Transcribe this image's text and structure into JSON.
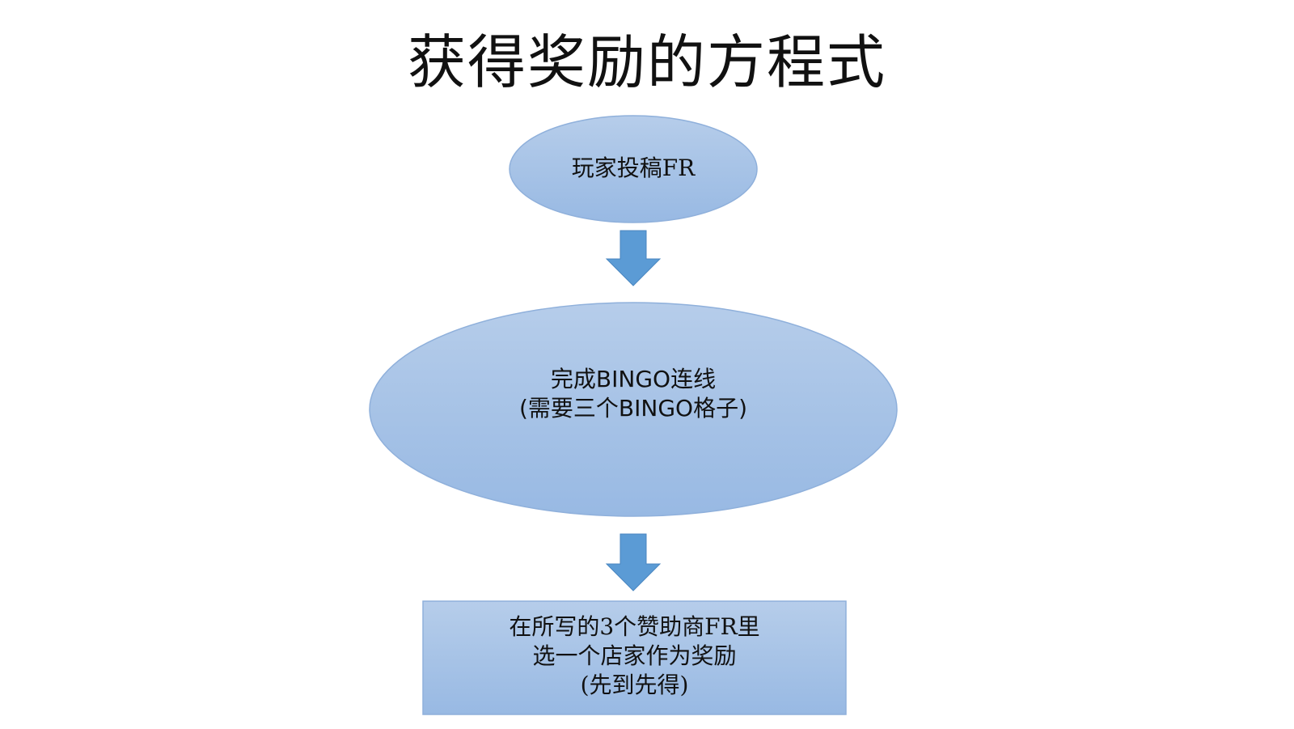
{
  "title": "获得奖励的方程式",
  "colors": {
    "shape_fill_top": "#b6cdea",
    "shape_fill_bottom": "#98b9e3",
    "shape_stroke": "#8fb0db",
    "arrow_fill": "#5b9bd5",
    "arrow_stroke": "#4a86c0"
  },
  "nodes": [
    {
      "id": "step1",
      "shape": "ellipse",
      "lines": [
        "玩家投稿FR"
      ]
    },
    {
      "id": "step2",
      "shape": "ellipse",
      "lines": [
        "完成BINGO连线",
        "(需要三个BINGO格子)"
      ]
    },
    {
      "id": "step3",
      "shape": "rectangle",
      "lines": [
        "在所写的3个赞助商FR里",
        "选一个店家作为奖励",
        "(先到先得)"
      ]
    }
  ],
  "edges": [
    {
      "from": "step1",
      "to": "step2"
    },
    {
      "from": "step2",
      "to": "step3"
    }
  ]
}
